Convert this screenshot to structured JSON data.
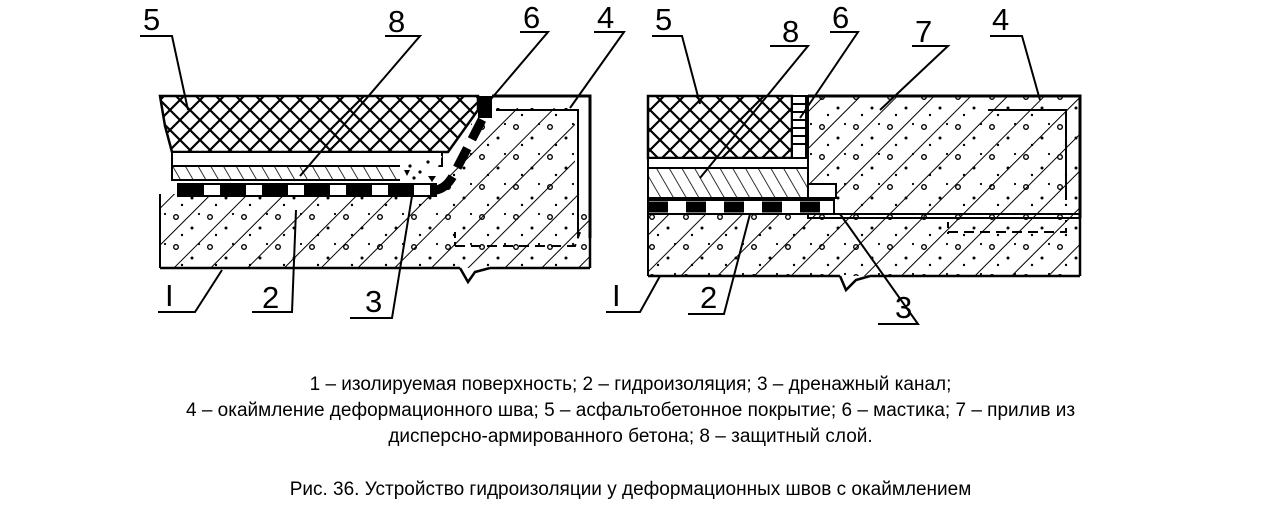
{
  "figure": {
    "left_callouts": [
      "5",
      "8",
      "6",
      "4",
      "I",
      "2",
      "3"
    ],
    "right_callouts": [
      "5",
      "8",
      "6",
      "7",
      "4",
      "I",
      "2",
      "3"
    ]
  },
  "legend": {
    "line1": "1 – изолируемая поверхность; 2 – гидроизоляция; 3 – дренажный канал;",
    "line2": "4 – окаймление деформационного шва; 5 – асфальтобетонное покрытие; 6 – мастика; 7 – прилив из",
    "line3": "дисперсно-армированного бетона; 8 – защитный слой."
  },
  "caption": "Рис. 36. Устройство гидроизоляции у деформационных швов с окаймлением"
}
